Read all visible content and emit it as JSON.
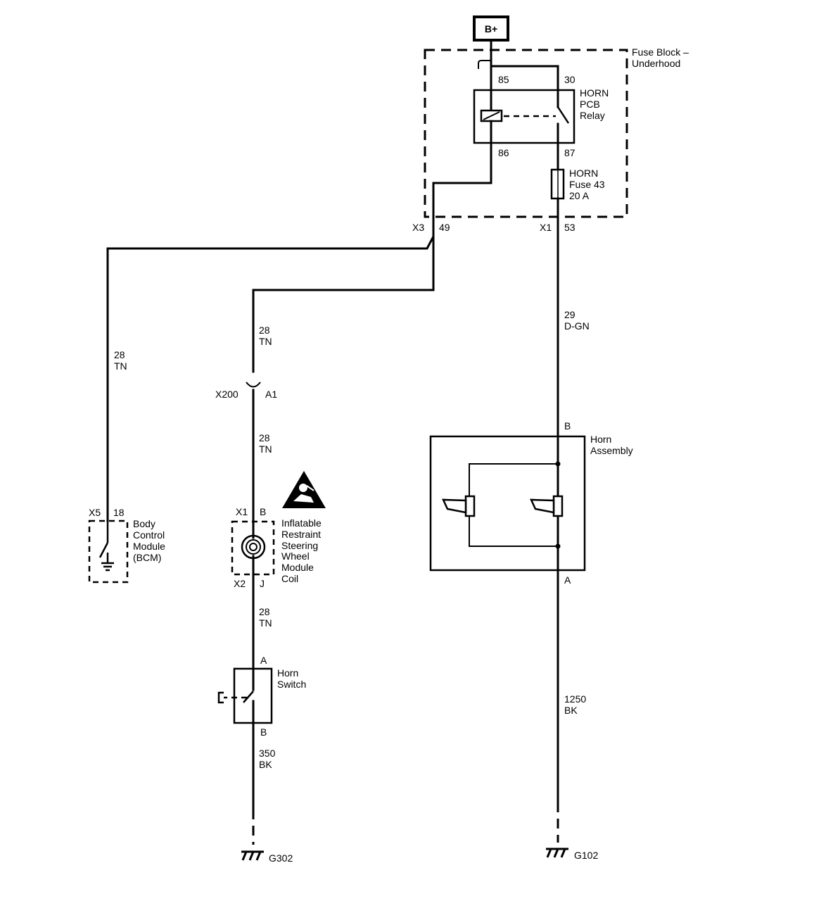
{
  "power": {
    "label": "B+"
  },
  "fuse_block": {
    "line1": "Fuse Block –",
    "line2": "Underhood"
  },
  "relay": {
    "line1": "HORN",
    "line2": "PCB",
    "line3": "Relay",
    "pin85": "85",
    "pin30": "30",
    "pin86": "86",
    "pin87": "87"
  },
  "fuse": {
    "line1": "HORN",
    "line2": "Fuse 43",
    "line3": "20 A"
  },
  "connectors": {
    "x3": "X3",
    "x3_pin": "49",
    "x1": "X1",
    "x1_pin": "53",
    "x200": "X200",
    "x200_pin": "A1"
  },
  "wires": {
    "bcm_circuit": "28",
    "bcm_color": "TN",
    "switch_upper_circuit": "28",
    "switch_upper_color": "TN",
    "switch_mid_circuit": "28",
    "switch_mid_color": "TN",
    "switch_lower_circuit": "28",
    "switch_lower_color": "TN",
    "horn_feed_circuit": "29",
    "horn_feed_color": "D-GN",
    "switch_ground_circuit": "350",
    "switch_ground_color": "BK",
    "horn_ground_circuit": "1250",
    "horn_ground_color": "BK"
  },
  "bcm": {
    "connector": "X5",
    "pin": "18",
    "line1": "Body",
    "line2": "Control",
    "line3": "Module",
    "line4": "(BCM)"
  },
  "coil": {
    "top_connector": "X1",
    "top_pin": "B",
    "bottom_connector": "X2",
    "bottom_pin": "J",
    "line1": "Inflatable",
    "line2": "Restraint",
    "line3": "Steering",
    "line4": "Wheel",
    "line5": "Module",
    "line6": "Coil"
  },
  "horn_switch": {
    "top_pin": "A",
    "bottom_pin": "B",
    "line1": "Horn",
    "line2": "Switch"
  },
  "horn_assembly": {
    "top_pin": "B",
    "bottom_pin": "A",
    "line1": "Horn",
    "line2": "Assembly"
  },
  "grounds": {
    "left": "G302",
    "right": "G102"
  },
  "icons": {
    "airbag_warning": "airbag-warning-icon"
  }
}
